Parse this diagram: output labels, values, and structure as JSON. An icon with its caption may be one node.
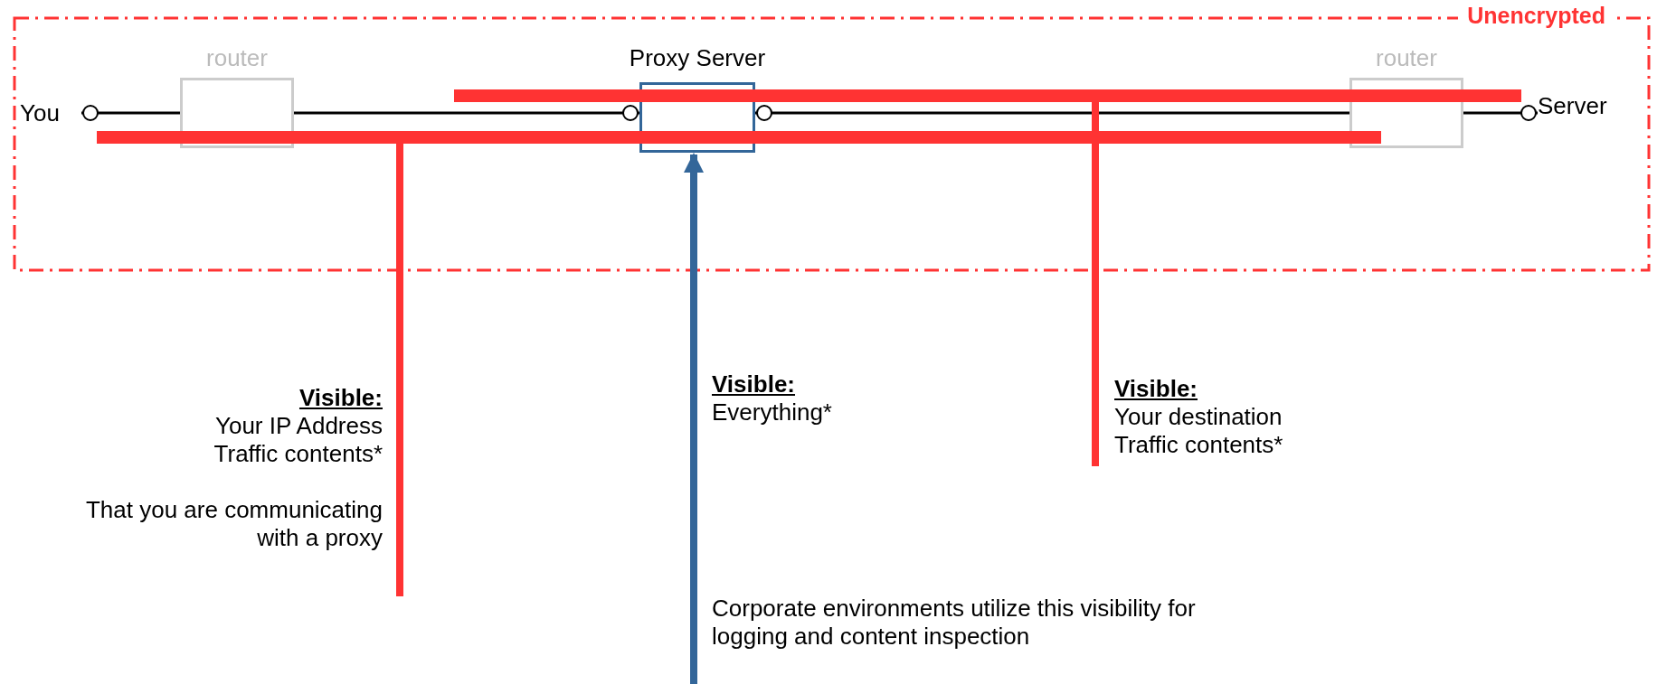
{
  "diagram": {
    "nodes": [
      {
        "text": [
          "Unencrypted"
        ]
      },
      {
        "text": [
          "You"
        ],
        "in": 0
      },
      {
        "text": [
          "router"
        ],
        "in": 0
      },
      {
        "text": [
          "Proxy Server"
        ],
        "in": 0
      },
      {
        "text": [
          "router"
        ],
        "in": 0
      },
      {
        "text": [
          "Server"
        ],
        "in": 0
      },
      {
        "text": [],
        "shape": "bar",
        "in": 0
      },
      {
        "text": [],
        "shape": "bar",
        "in": 0
      },
      {
        "text": [
          "Visible:",
          "Your IP Address",
          "Traffic contents*",
          "That you are communicating with a proxy"
        ]
      },
      {
        "text": [
          "Visible:",
          "Your destination",
          "Traffic contents*"
        ]
      }
    ],
    "edges": [
      {
        "from": 1,
        "to": 2,
        "arrow": "other"
      },
      {
        "from": 2,
        "to": 3,
        "arrow": "other"
      },
      {
        "from": 3,
        "to": 4,
        "arrow": "other"
      },
      {
        "from": 4,
        "to": 5,
        "arrow": "other"
      },
      {
        "from": 8,
        "to": 7,
        "arrow": "none",
        "style": "thick",
        "color": "#ff3333"
      },
      {
        "from": 9,
        "to": 6,
        "arrow": "none",
        "style": "thick",
        "color": "#ff3333"
      },
      {
        "from": null,
        "to": 3,
        "arrow": "to",
        "style": "thick",
        "color": "#336699"
      }
    ],
    "labels": [
      "Visible:",
      "Everything*",
      "Corporate environments utilize this visibility for logging and content inspection"
    ]
  }
}
